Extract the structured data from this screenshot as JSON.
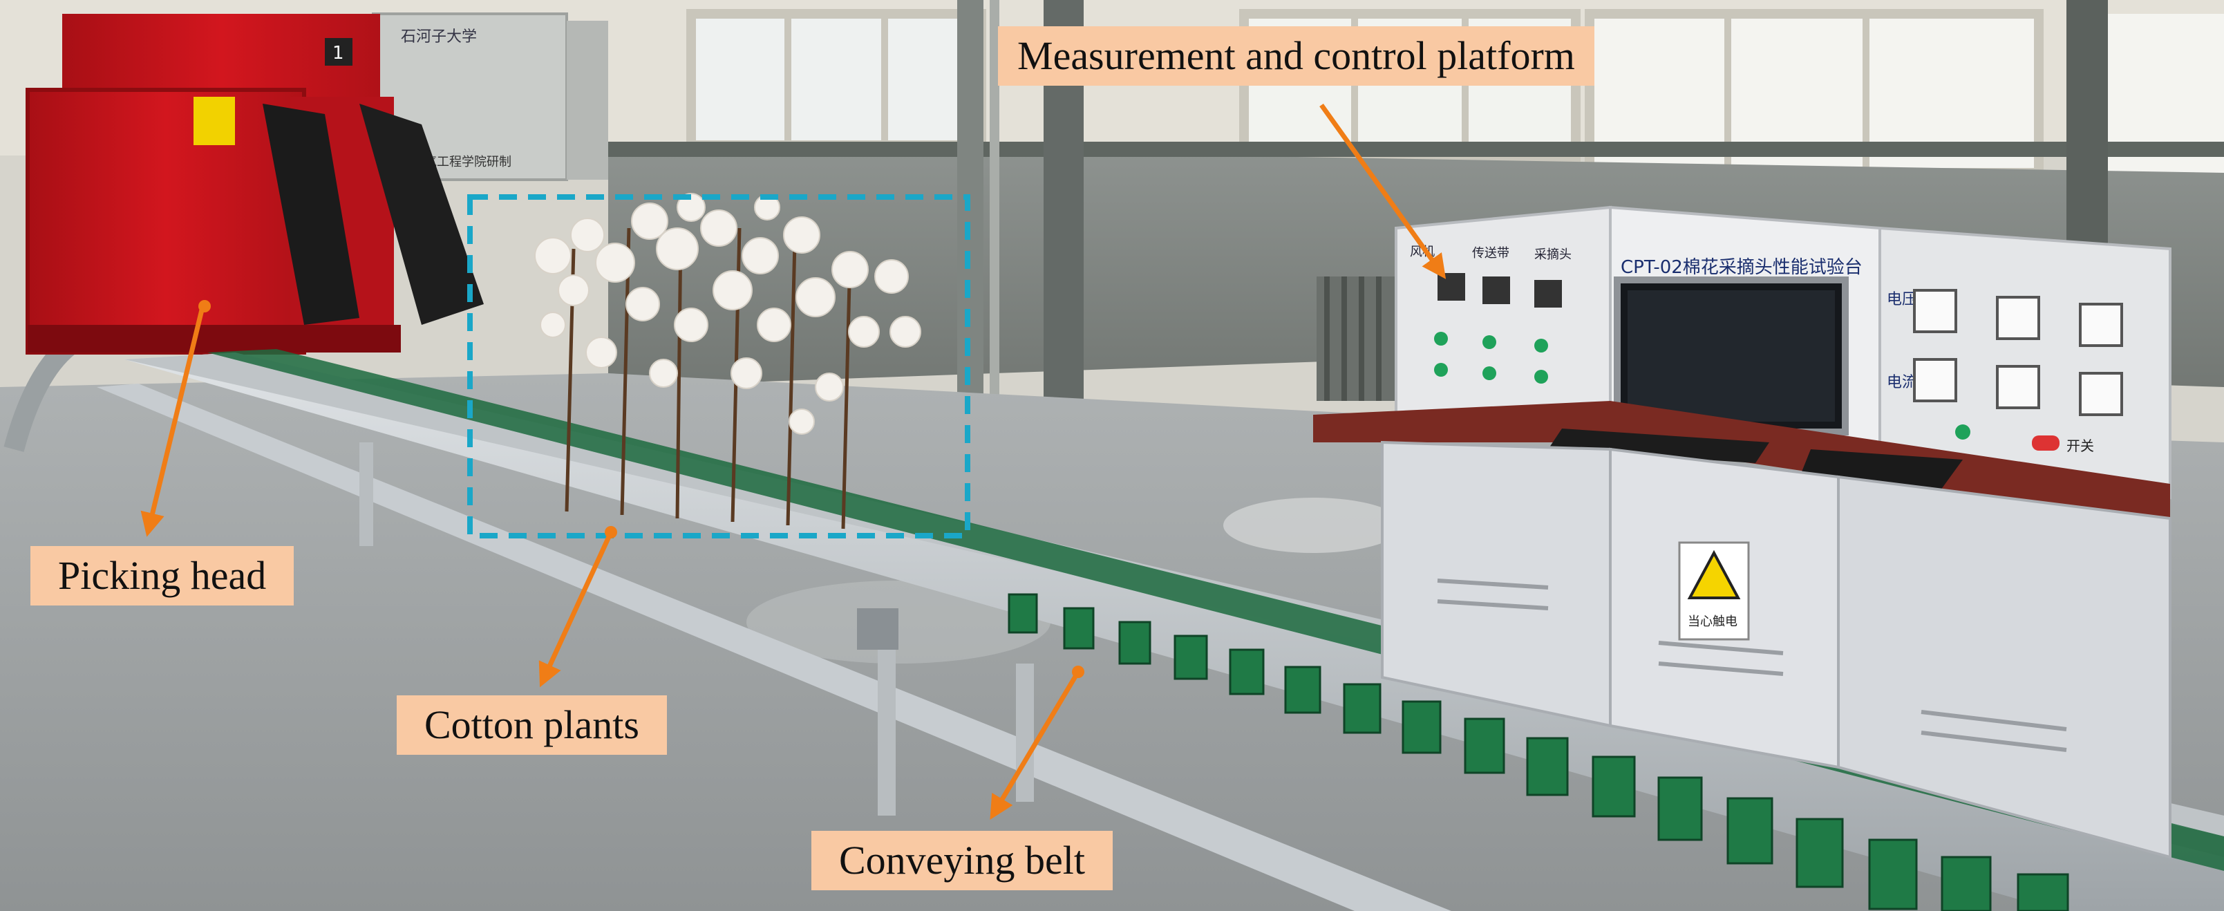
{
  "callouts": {
    "measurement_platform": "Measurement and control platform",
    "picking_head": "Picking head",
    "cotton_plants": "Cotton plants",
    "conveying_belt": "Conveying belt"
  },
  "panel": {
    "title": "CPT-02棉花采摘头性能试验台",
    "display_labels": [
      "风机",
      "传送带",
      "采摘头"
    ],
    "meter_label_voltage": "电压表",
    "meter_label_current": "电流表",
    "switch_label": "开关",
    "warning_sign": "当心触电"
  },
  "machine": {
    "nameplate": "机械电气工程学院研制",
    "university": "石河子大学",
    "number_plate": "1"
  },
  "colors": {
    "callout_bg": "#f9c9a3",
    "arrow": "#f07d16",
    "marker_box": "#1aa7c8",
    "machine_red": "#c8141c",
    "belt_green": "#1d6b3f",
    "desk_wood": "#7a2a22",
    "cabinet_grey": "#d9dce0"
  }
}
